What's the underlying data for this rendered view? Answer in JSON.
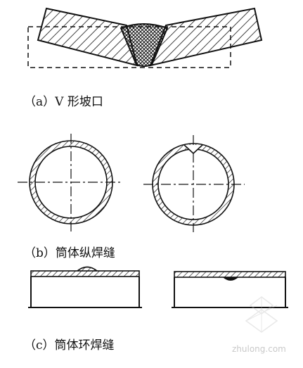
{
  "captions": {
    "a": "（a）V 形坡口",
    "b": "（b）筒体纵焊缝",
    "c": "（c）筒体环焊缝"
  },
  "watermark": {
    "text": "zhulong.com"
  },
  "colors": {
    "ink": "#111111",
    "paper": "#ffffff",
    "watermark": "#cfcfcf"
  }
}
